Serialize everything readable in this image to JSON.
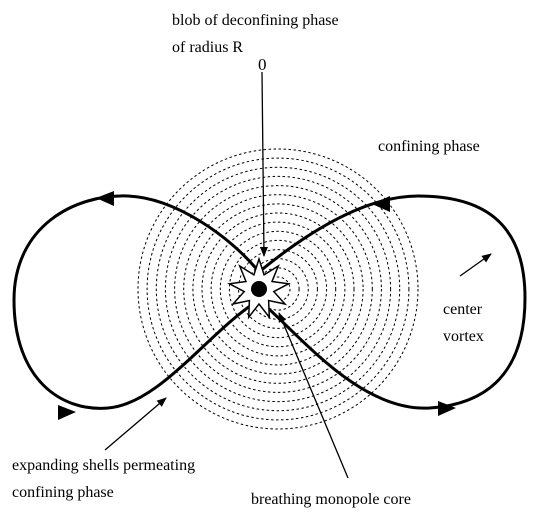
{
  "labels": {
    "blob_line1": "blob of deconfining phase",
    "blob_line2": "of radius R",
    "blob_subscript": "0",
    "confining_phase": "confining phase",
    "center": "center",
    "vortex": "vortex",
    "shells_line1": "expanding shells permeating",
    "shells_line2": "confining phase",
    "core": "breathing monopole core"
  },
  "figure": {
    "shell_count": 15,
    "line_color": "#000000",
    "background": "#ffffff"
  }
}
